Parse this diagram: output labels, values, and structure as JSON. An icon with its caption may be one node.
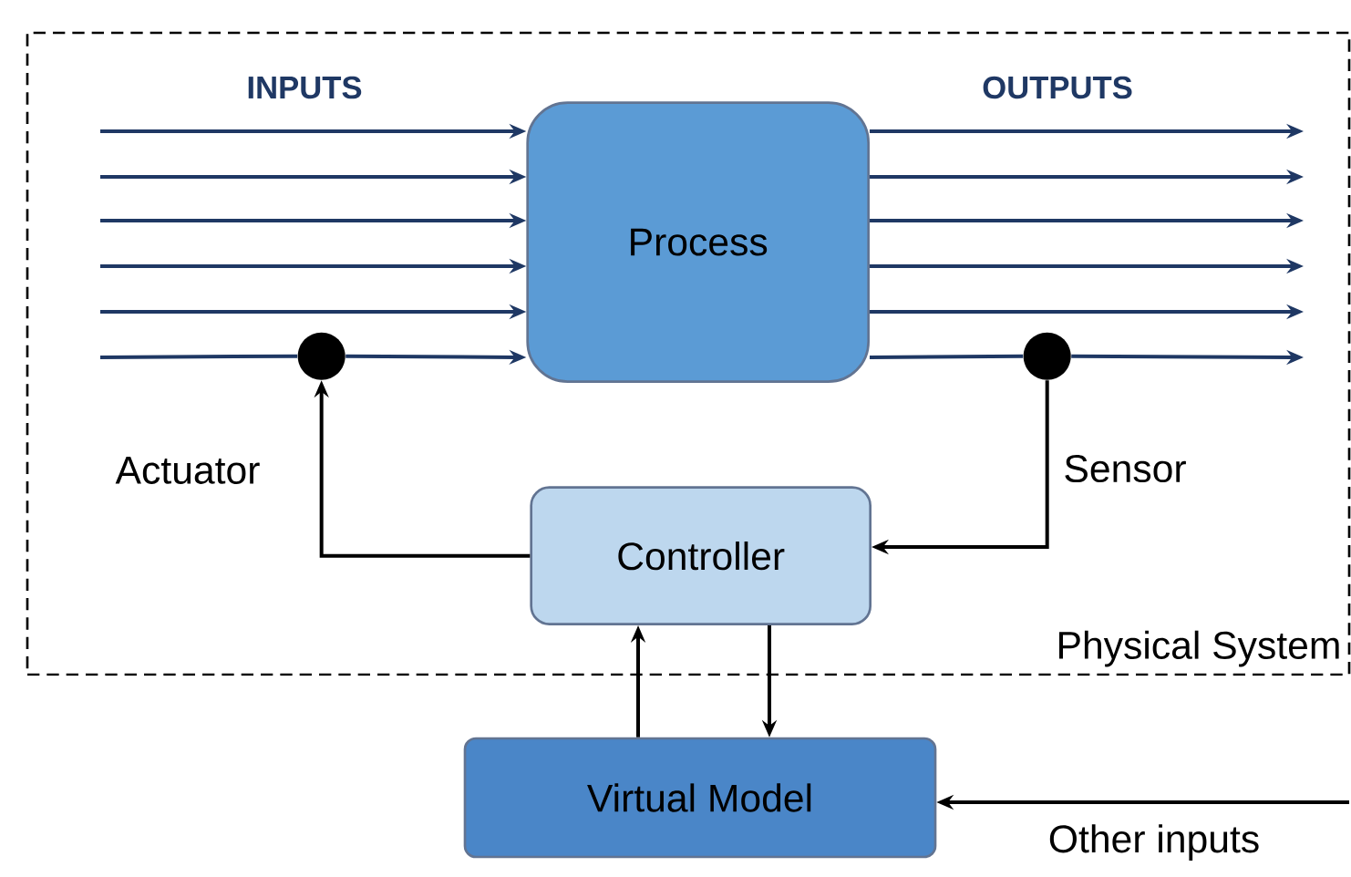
{
  "diagram": {
    "nodes": [
      {
        "text": [
          "Physical System"
        ]
      },
      {
        "text": [
          "Process"
        ],
        "in": 0
      },
      {
        "text": [
          "Controller"
        ],
        "in": 0
      },
      {
        "text": [
          "Virtual Model"
        ]
      },
      {
        "text": [],
        "shape": "circle",
        "beside": [
          "Actuator"
        ],
        "in": 0
      },
      {
        "text": [],
        "shape": "circle",
        "beside": [
          "Sensor"
        ],
        "in": 0
      }
    ],
    "edges": [
      {
        "from": null,
        "to": 1,
        "arrow": "to"
      },
      {
        "from": null,
        "to": 1,
        "arrow": "to"
      },
      {
        "from": null,
        "to": 1,
        "arrow": "to"
      },
      {
        "from": null,
        "to": 1,
        "arrow": "to"
      },
      {
        "from": null,
        "to": 1,
        "arrow": "to"
      },
      {
        "from": null,
        "to": 4,
        "arrow": "none"
      },
      {
        "from": 4,
        "to": 1,
        "arrow": "to"
      },
      {
        "from": 1,
        "to": null,
        "arrow": "to"
      },
      {
        "from": 1,
        "to": null,
        "arrow": "to"
      },
      {
        "from": 1,
        "to": null,
        "arrow": "to"
      },
      {
        "from": 1,
        "to": null,
        "arrow": "to"
      },
      {
        "from": 1,
        "to": null,
        "arrow": "to"
      },
      {
        "from": 1,
        "to": 5,
        "arrow": "none"
      },
      {
        "from": 5,
        "to": null,
        "arrow": "to"
      },
      {
        "from": 2,
        "to": 4,
        "arrow": "to",
        "color": "#000000"
      },
      {
        "from": 5,
        "to": 2,
        "arrow": "to",
        "color": "#000000"
      },
      {
        "from": 2,
        "to": 3,
        "arrow": "to",
        "color": "#000000"
      },
      {
        "from": 3,
        "to": 2,
        "arrow": "to",
        "color": "#000000"
      },
      {
        "from": null,
        "to": 3,
        "arrow": "to",
        "color": "#000000",
        "label": "Other inputs"
      }
    ],
    "labels": [
      "INPUTS",
      "OUTPUTS"
    ]
  }
}
